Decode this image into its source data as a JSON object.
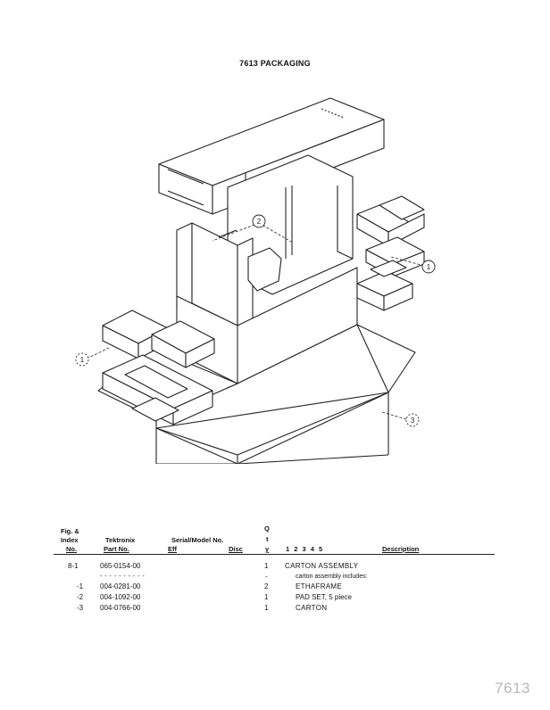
{
  "title": "7613 PACKAGING",
  "callouts": [
    "1",
    "2",
    "3"
  ],
  "callouts_left": [
    "1"
  ],
  "table": {
    "headers": {
      "fig_line1": "Fig. &",
      "fig_line2": "Index",
      "fig_line3": "No.",
      "part_line1": "Tektronix",
      "part_line2": "Part No.",
      "serial": "Serial/Model No.",
      "eff": "Eff",
      "disc": "Disc",
      "qty_q": "Q",
      "qty_t": "t",
      "qty_y": "y",
      "indent_levels": "1  2  3  4  5",
      "description": "Description"
    },
    "rows": [
      {
        "index": "8-1",
        "part": "065-0154-00",
        "qty": "1",
        "description": "CARTON ASSEMBLY",
        "indent": 0
      },
      {
        "index": "",
        "part": "- - - - - - - - - -",
        "qty": "-",
        "description": "carton assembly includes:",
        "indent": 1
      },
      {
        "index": "-1",
        "part": "004-0281-00",
        "qty": "2",
        "description": "ETHAFRAME",
        "indent": 1
      },
      {
        "index": "-2",
        "part": "004-1092-00",
        "qty": "1",
        "description": "PAD SET, 5 piece",
        "indent": 1
      },
      {
        "index": "-3",
        "part": "004-0766-00",
        "qty": "1",
        "description": "CARTON",
        "indent": 1
      }
    ]
  },
  "page_number": "7613"
}
